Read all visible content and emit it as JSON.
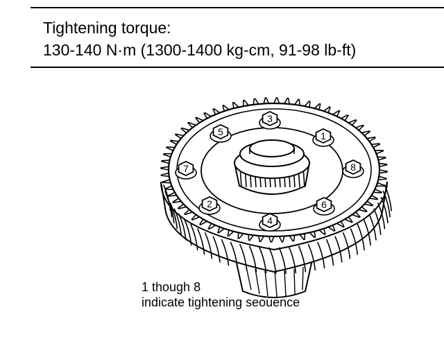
{
  "header": {
    "torque_label": "Tightening torque:",
    "torque_value": "130-140 N·m (1300-1400 kg-cm, 91-98 lb-ft)"
  },
  "figure": {
    "bolts": [
      {
        "number": "1"
      },
      {
        "number": "2"
      },
      {
        "number": "3"
      },
      {
        "number": "4"
      },
      {
        "number": "5"
      },
      {
        "number": "6"
      },
      {
        "number": "7"
      },
      {
        "number": "8"
      }
    ]
  },
  "caption": {
    "line1": "1 though 8",
    "line2": "indicate tightening seouence"
  }
}
